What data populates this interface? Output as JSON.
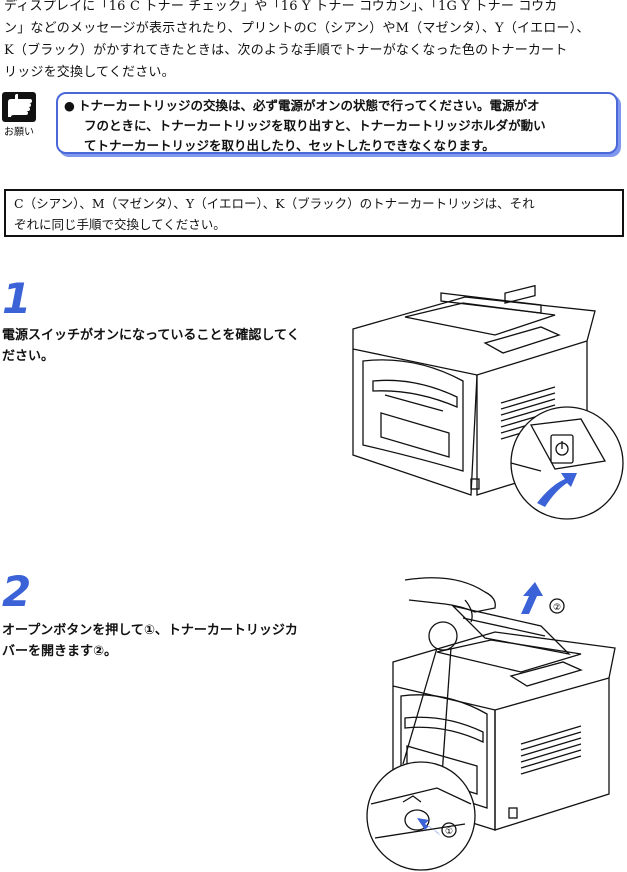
{
  "intro": {
    "lines": [
      "ディスプレイに「16 C トナー チェック」や「16 Y トナー コウカン」、「1G Y トナー コウカ",
      "ン」などのメッセージが表示されたり、プリントのC（シアン）やM（マゼンタ）、Y（イエロー）、",
      "K（ブラック）がかすれてきたときは、次のような手順でトナーがなくなった色のトナーカート",
      "リッジを交換してください。"
    ]
  },
  "note": {
    "icon_label": "お願い",
    "icon": "hand-pointing-icon",
    "bullet": "●",
    "lines": [
      "トナーカートリッジの交換は、必ず電源がオンの状態で行ってください。電源がオ",
      "フのときに、トナーカートリッジを取り出すと、トナーカートリッジホルダが動い",
      "てトナーカートリッジを取り出したり、セットしたりできなくなります。"
    ],
    "border_color": "#4a68d8"
  },
  "framed_note": {
    "lines": [
      "C（シアン）、M（マゼンタ）、Y（イエロー）、K（ブラック）のトナーカートリッジは、それ",
      "ぞれに同じ手順で交換してください。"
    ]
  },
  "steps": [
    {
      "number": "1",
      "lines": [
        "電源スイッチがオンになっていることを確認してく",
        "ださい。"
      ],
      "illustration": "printer-power-switch"
    },
    {
      "number": "2",
      "lines": [
        "オープンボタンを押して①、トナーカートリッジカ",
        "バーを開きます②。"
      ],
      "illustration": "printer-open-cover",
      "callouts": [
        "①",
        "②"
      ]
    }
  ],
  "accent_color": "#3b62d6"
}
